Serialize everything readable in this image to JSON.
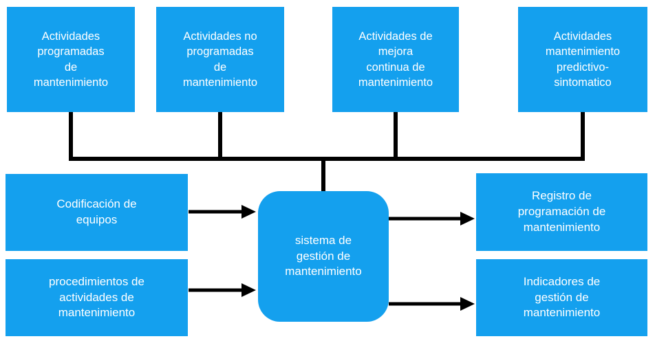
{
  "diagram": {
    "colors": {
      "box_fill": "#14A0EE",
      "box_text": "#FFFFFF",
      "connector": "#000000",
      "background": "#FFFFFF"
    },
    "nodes": {
      "actividades_programadas": {
        "label": "Actividades\nprogramadas\nde\nmantenimiento"
      },
      "actividades_no_programadas": {
        "label": "Actividades no\nprogramadas\nde\nmantenimiento"
      },
      "actividades_mejora_continua": {
        "label": "Actividades de\nmejora\ncontinua de\nmantenimiento"
      },
      "actividades_predictivo": {
        "label": "Actividades\nmantenimiento\npredictivo-\nsintomatico"
      },
      "codificacion_equipos": {
        "label": "Codificación de\nequipos"
      },
      "procedimientos_actividades": {
        "label": "procedimientos de\nactividades de\nmantenimiento"
      },
      "sistema_gestion": {
        "label": "sistema de\ngestión de\nmantenimiento"
      },
      "registro_programacion": {
        "label": "Registro de\nprogramación de\nmantenimiento"
      },
      "indicadores_gestion": {
        "label": "Indicadores de\ngestión de\nmantenimiento"
      }
    },
    "edges": [
      {
        "from": "actividades_programadas",
        "to": "sistema_gestion",
        "style": "plain-line"
      },
      {
        "from": "actividades_no_programadas",
        "to": "sistema_gestion",
        "style": "plain-line"
      },
      {
        "from": "actividades_mejora_continua",
        "to": "sistema_gestion",
        "style": "plain-line"
      },
      {
        "from": "actividades_predictivo",
        "to": "sistema_gestion",
        "style": "plain-line"
      },
      {
        "from": "codificacion_equipos",
        "to": "sistema_gestion",
        "style": "arrow"
      },
      {
        "from": "procedimientos_actividades",
        "to": "sistema_gestion",
        "style": "arrow"
      },
      {
        "from": "sistema_gestion",
        "to": "registro_programacion",
        "style": "arrow"
      },
      {
        "from": "sistema_gestion",
        "to": "indicadores_gestion",
        "style": "arrow"
      }
    ]
  }
}
